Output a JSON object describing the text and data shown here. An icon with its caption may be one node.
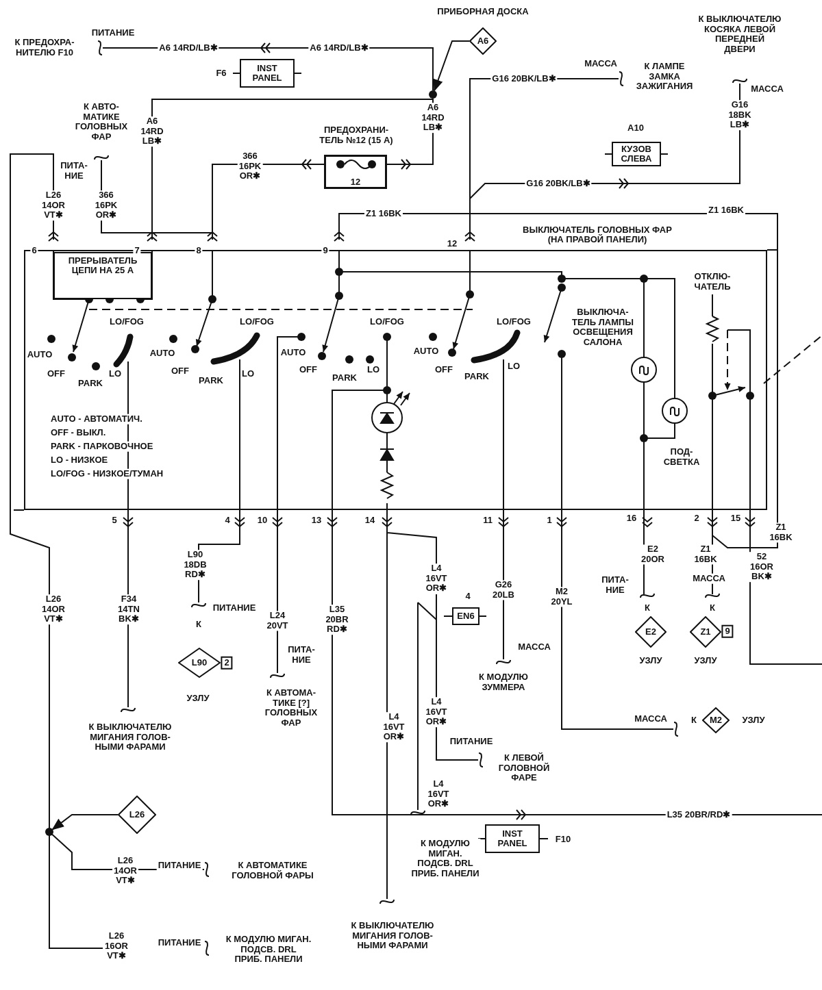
{
  "diagram": {
    "nodes": [
      {
        "text": [
          "ВЫКЛЮЧАТЕЛЬ ГОЛОВНЫХ ФАР (НА ПРАВОЙ ПАНЕЛИ)"
        ]
      },
      {
        "text": [
          "ПРЕРЫВАТЕЛЬ ЦЕПИ НА 25 А"
        ],
        "in": 0
      },
      {
        "text": [
          "A6"
        ],
        "beside": [
          "ПРИБОРНАЯ ДОСКА"
        ]
      },
      {
        "text": [],
        "shape": "circle"
      },
      {
        "text": [
          "INST PANEL"
        ],
        "beside": [
          "F6"
        ]
      },
      {
        "text": [
          "12"
        ],
        "beside": [
          "ПРЕДОХРАНИ- ТЕЛЬ №12 (15 А)"
        ]
      },
      {
        "text": [
          "КУЗОВ СЛЕВА"
        ],
        "beside": [
          "A10"
        ]
      },
      {
        "text": [
          "EN6"
        ],
        "beside": [
          "4"
        ]
      },
      {
        "text": [
          "L90"
        ],
        "beside": [
          "2",
          "УЗЛУ"
        ]
      },
      {
        "text": [
          "E2"
        ],
        "beside": [
          "УЗЛУ"
        ]
      },
      {
        "text": [
          "Z1"
        ],
        "beside": [
          "9",
          "УЗЛУ"
        ]
      },
      {
        "text": [
          "M2"
        ],
        "beside": [
          "К",
          "УЗЛУ"
        ]
      },
      {
        "text": [
          "L26"
        ]
      },
      {
        "text": [],
        "shape": "circle"
      },
      {
        "text": [
          "INST PANEL"
        ],
        "beside": [
          "F10"
        ]
      }
    ],
    "edges": [
      {
        "from": 2,
        "to": 3,
        "arrow": "to"
      },
      {
        "from": 12,
        "to": 13,
        "arrow": "to"
      }
    ],
    "labels": [
      "К ПРЕДОХРА- НИТЕЛЮ F10",
      "ПИТАНИЕ",
      "A6 14RD/LB✱",
      "A6 14RD/LB✱",
      "К ВЫКЛЮЧАТЕЛЮ КОСЯКА ЛЕВОЙ ПЕРЕДНЕЙ ДВЕРИ",
      "МАССА",
      "К ЛАМПЕ ЗАМКА ЗАЖИГАНИЯ",
      "G16 20BK/LB✱",
      "МАССА",
      "К АВТО- МАТИКЕ ГОЛОВНЫХ ФАР",
      "A6 14RD LB✱",
      "A6 14RD LB✱",
      "G16 18BK LB✱",
      "ПИТА- НИЕ",
      "366 16PK OR✱",
      "L26 14OR VT✱",
      "366 16PK OR✱",
      "G16 20BK/LB✱",
      "Z1 16BK",
      "Z1 16BK",
      "6",
      "7",
      "8",
      "9",
      "12",
      "LO/FOG",
      "AUTO",
      "OFF",
      "PARK",
      "LO",
      "LO/FOG",
      "AUTO",
      "OFF",
      "PARK",
      "LO",
      "LO/FOG",
      "AUTO",
      "OFF",
      "PARK",
      "LO",
      "LO/FOG",
      "AUTO",
      "OFF",
      "PARK",
      "LO",
      "ВЫКЛЮЧА- ТЕЛЬ ЛАМПЫ ОСВЕЩЕНИЯ САЛОНА",
      "ОТКЛЮ- ЧАТЕЛЬ",
      "AUTO - АВТОМАТИЧ.",
      "OFF - ВЫКЛ.",
      "PARK - ПАРКОВОЧНОЕ",
      "LO - НИЗКОЕ",
      "LO/FOG - НИЗКОЕ/ТУМАН",
      "ПОД- СВЕТКА",
      "5",
      "4",
      "10",
      "13",
      "14",
      "11",
      "1",
      "16",
      "2",
      "15",
      "Z1 16BK",
      "L90 18DB RD✱",
      "G26 20LB",
      "M2 20YL",
      "E2 20OR",
      "Z1 16BK",
      "52 16OR BK✱",
      "L4 16VT OR✱",
      "ПИТАНИЕ",
      "К",
      "ПИТА- НИЕ",
      "К",
      "МАССА",
      "К",
      "L26 14OR VT✱",
      "F34 14TN BK✱",
      "L24 20VT",
      "L35 20BR RD✱",
      "МАССА",
      "ПИТА- НИЕ",
      "К МОДУЛЮ ЗУММЕРА",
      "К АВТОМА- ТИКЕ [?] ГОЛОВНЫХ ФАР",
      "L4 16VT OR✱",
      "L4 16VT OR✱",
      "МАССА",
      "К ВЫКЛЮЧАТЕЛЮ МИГАНИЯ ГОЛОВ- НЫМИ ФАРАМИ",
      "ПИТАНИЕ",
      "К ЛЕВОЙ ГОЛОВНОЙ ФАРЕ",
      "L4 16VT OR✱",
      "L35 20BR/RD✱",
      "L26 14OR VT✱",
      "ПИТАНИЕ",
      "К АВТОМАТИКЕ ГОЛОВНОЙ ФАРЫ",
      "К МОДУЛЮ МИГАН. ПОДСВ. DRL ПРИБ. ПАНЕЛИ",
      "L26 16OR VT✱",
      "ПИТАНИЕ",
      "К МОДУЛЮ МИГАН. ПОДСВ. DRL ПРИБ. ПАНЕЛИ",
      "К ВЫКЛЮЧАТЕЛЮ МИГАНИЯ ГОЛОВ- НЫМИ ФАРАМИ"
    ]
  }
}
